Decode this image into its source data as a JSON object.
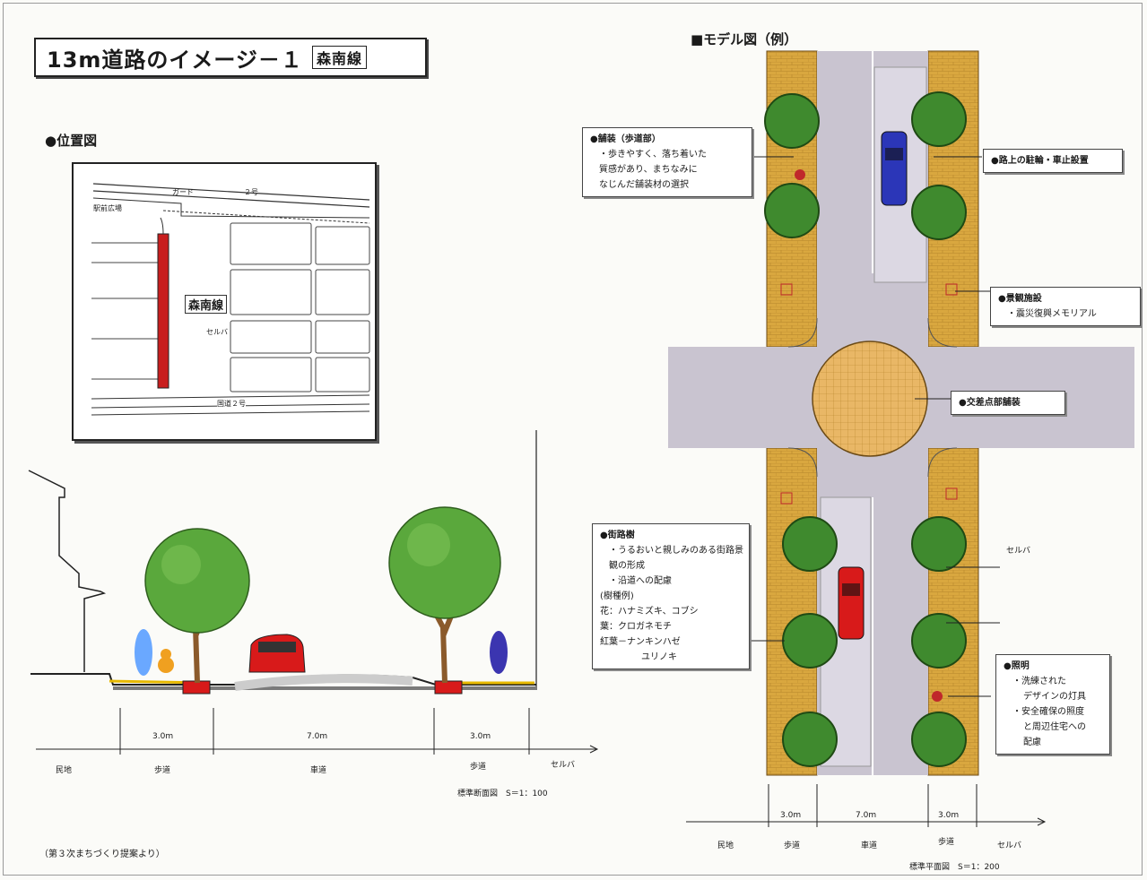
{
  "title": {
    "main": "13m道路のイメージ－１",
    "sub": "森南線"
  },
  "location_map": {
    "heading": "●位置図",
    "labels": {
      "top_road": "ガード　　　　　　　２号",
      "station": "駅前広場",
      "route": "森南線",
      "building": "セルバ",
      "bottom_road": "国道２号"
    }
  },
  "section": {
    "dimensions": [
      "3.0m",
      "7.0m",
      "3.0m"
    ],
    "zones": [
      "民地",
      "歩道",
      "車道",
      "歩道",
      "セルバ"
    ],
    "caption": "標準断面図　S＝1：100"
  },
  "model": {
    "heading": "■モデル図（例）",
    "callouts": {
      "paving": {
        "title": "●舗装（歩道部）",
        "lines": [
          "・歩きやすく、落ち着いた",
          "質感があり、まちなみに",
          "なじんだ舗装材の選択"
        ]
      },
      "parking": {
        "title": "●路上の駐輪・車止設置"
      },
      "landmark": {
        "title": "●景観施設",
        "lines": [
          "・震災復興メモリアル"
        ]
      },
      "intersection": {
        "title": "●交差点部舗装"
      },
      "trees": {
        "title": "●街路樹",
        "lines": [
          "・うるおいと親しみのある街路景観の形成",
          "・沿道への配慮",
          "(樹種例)",
          "花：ハナミズキ、コブシ",
          "葉：クロガネモチ",
          "紅葉－ナンキンハゼ",
          "ユリノキ"
        ]
      },
      "lighting": {
        "title": "●照明",
        "lines": [
          "・洗練された",
          "デザインの灯具",
          "・安全確保の照度",
          "と周辺住宅への",
          "配慮"
        ]
      }
    },
    "selva_label": "セルバ",
    "dimensions": [
      "3.0m",
      "7.0m",
      "3.0m"
    ],
    "zones": [
      "民地",
      "歩道",
      "車道",
      "歩道",
      "セルバ"
    ],
    "caption": "標準平面図　S＝1：200"
  },
  "footnote": "（第３次まちづくり提案より）",
  "colors": {
    "paving": "#d9a73f",
    "road": "#c9c4d0",
    "tree": "#3f8a2e",
    "car_blue": "#2b36b8",
    "car_red": "#d81a1a",
    "route_red": "#c81d1d"
  }
}
